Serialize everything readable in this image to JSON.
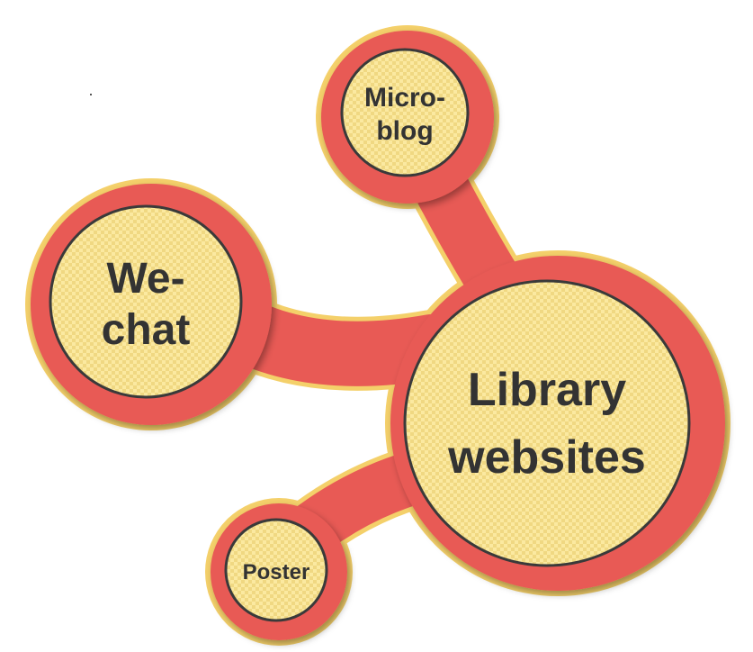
{
  "nodes": {
    "library": {
      "line1": "Library",
      "line2": "websites"
    },
    "wechat": {
      "line1": "We-",
      "line2": "chat"
    },
    "microblog": {
      "line1": "Micro-",
      "line2": "blog"
    },
    "poster": {
      "line1": "Poster"
    }
  },
  "colors": {
    "ring": "#e85a55",
    "outline": "#f4d06a",
    "inner_fill": "#fbe9a0",
    "inner_check": "#f0d882",
    "inner_stroke": "#3a3a3a",
    "text": "#333333"
  }
}
